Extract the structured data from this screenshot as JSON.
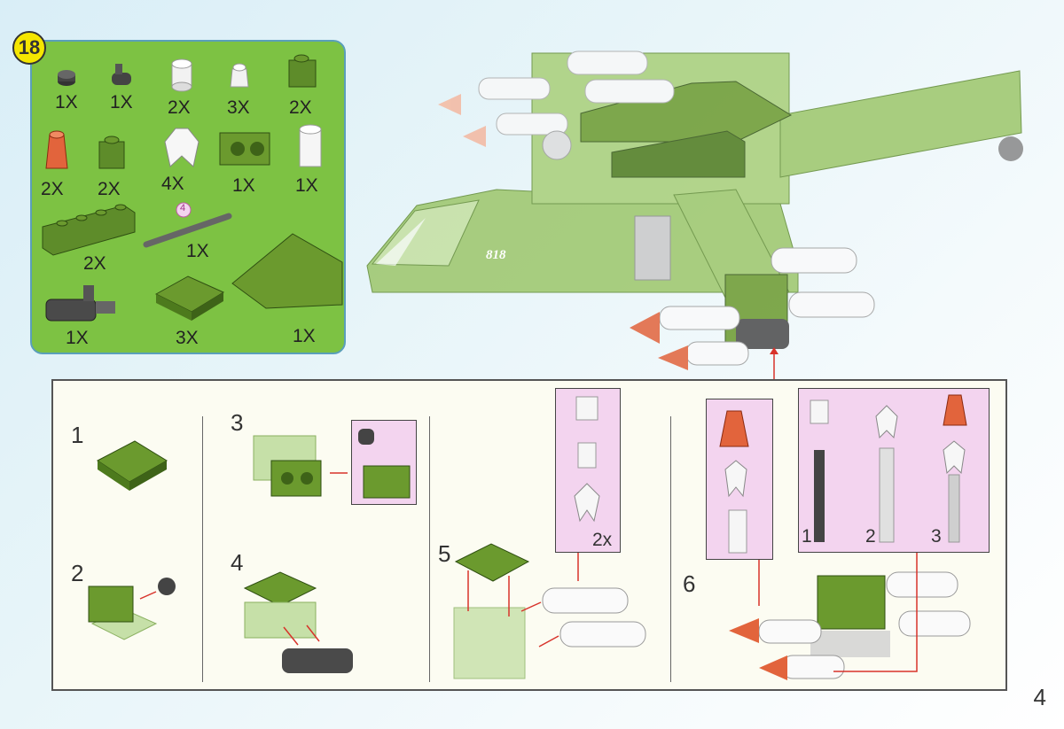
{
  "page": {
    "number": "4"
  },
  "step": {
    "badge": "18"
  },
  "parts": [
    {
      "name": "round-plate-1x1-dark",
      "qty": "1X"
    },
    {
      "name": "clip-piece-dark",
      "qty": "1X"
    },
    {
      "name": "round-brick-1x1-white",
      "qty": "2X"
    },
    {
      "name": "round-cone-white",
      "qty": "3X"
    },
    {
      "name": "brick-side-stud-green",
      "qty": "2X"
    },
    {
      "name": "cone-red",
      "qty": "2X"
    },
    {
      "name": "brick-1x1-green",
      "qty": "2X"
    },
    {
      "name": "missile-fin-white",
      "qty": "4X"
    },
    {
      "name": "technic-brick-green",
      "qty": "1X"
    },
    {
      "name": "round-brick-2x2-white",
      "qty": "1X"
    },
    {
      "name": "brick-1x4-green",
      "qty": "2X"
    },
    {
      "name": "bar-dark-grey",
      "qty": "1X",
      "size_label": "4"
    },
    {
      "name": "gun-dark-grey",
      "qty": "1X"
    },
    {
      "name": "plate-2x2-green",
      "qty": "3X"
    },
    {
      "name": "slope-wedge-green",
      "qty": "1X"
    }
  ],
  "model": {
    "tail_number": "818"
  },
  "instructions": {
    "steps": [
      "1",
      "2",
      "3",
      "4",
      "5",
      "6"
    ],
    "step5_count": "2x",
    "step6_sub": [
      "1",
      "2",
      "3"
    ]
  },
  "colors": {
    "parts_bg": "#7dc243",
    "brick_green": "#6b9a2e",
    "brick_green_dark": "#4d7a1d",
    "arrow_red": "#d8332b",
    "highlight_pink": "#f3d4ef",
    "badge_yellow": "#f5e600"
  }
}
